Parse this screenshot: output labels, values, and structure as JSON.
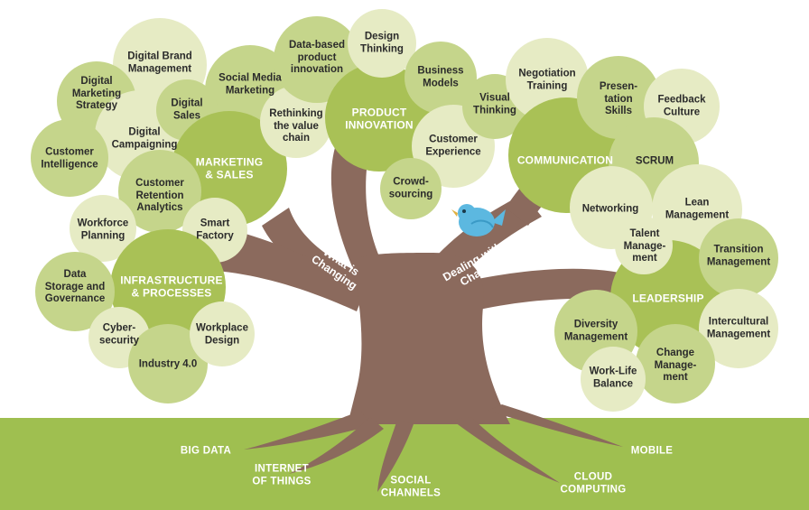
{
  "colors": {
    "leaf_light": "#e6ebc4",
    "leaf_mid": "#c5d58b",
    "leaf_dark": "#a9c156",
    "trunk": "#8b6a5d",
    "ground": "#9fbf50",
    "bird": "#5cb8e0"
  },
  "trunk_labels": {
    "what": "What is\nChanging",
    "dealing": "Dealing with\nChange"
  },
  "roots": [
    "BIG DATA",
    "INTERNET\nOF THINGS",
    "SOCIAL\nCHANNELS",
    "CLOUD\nCOMPUTING",
    "MOBILE"
  ],
  "categories": [
    "MARKETING\n& SALES",
    "PRODUCT\nINNOVATION",
    "INFRASTRUCTURE\n& PROCESSES",
    "COMMUNICATION",
    "LEADERSHIP"
  ],
  "nodes": [
    "Digital Brand\nManagement",
    "Digital\nMarketing\nStrategy",
    "Social Media\nMarketing",
    "Digital\nSales",
    "Digital\nCampaigning",
    "Customer\nIntelligence",
    "Rethinking\nthe value\nchain",
    "Customer\nRetention\nAnalytics",
    "Smart\nFactory",
    "Workforce\nPlanning",
    "Data\nStorage and\nGovernance",
    "Cyber-\nsecurity",
    "Industry 4.0",
    "Workplace\nDesign",
    "Data-based\nproduct\ninnovation",
    "Design\nThinking",
    "Business\nModels",
    "Visual\nThinking",
    "Customer\nExperience",
    "Crowd-\nsourcing",
    "Negotiation\nTraining",
    "Presen-\ntation\nSkills",
    "Feedback\nCulture",
    "SCRUM",
    "Networking",
    "Lean\nManagement",
    "Talent\nManage-\nment",
    "Transition\nManagement",
    "Diversity\nManagement",
    "Intercultural\nManagement",
    "Change\nManage-\nment",
    "Work-Life\nBalance"
  ]
}
